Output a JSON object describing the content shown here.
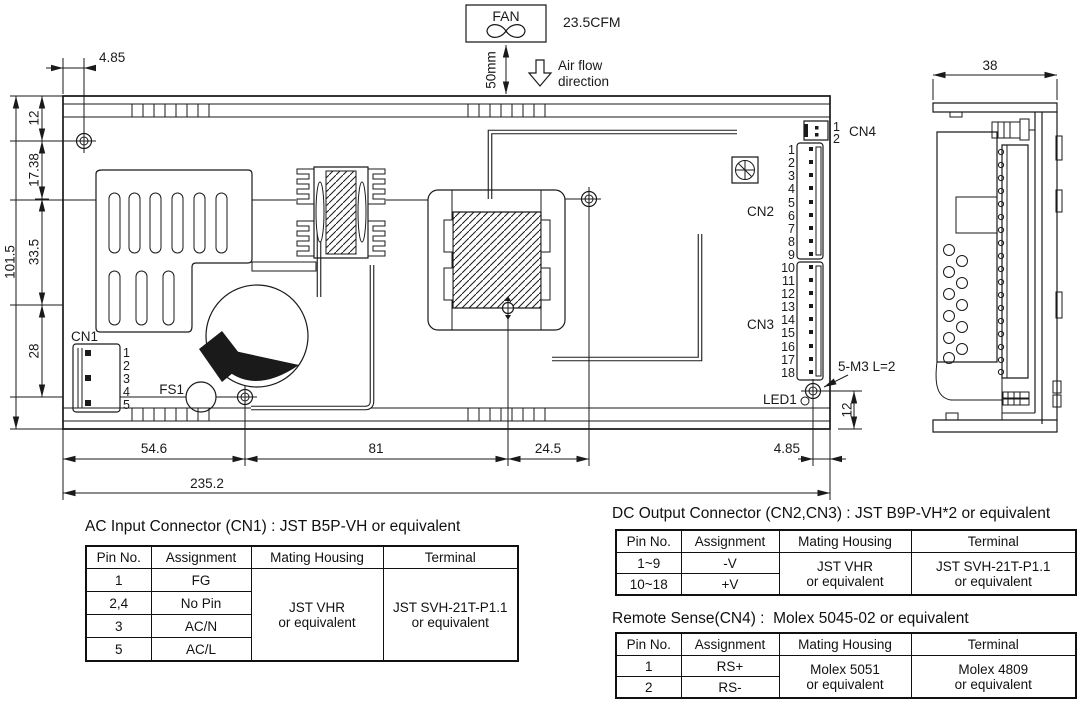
{
  "colors": {
    "line": "#1a1a1a",
    "background": "#ffffff"
  },
  "fan": {
    "label": "FAN",
    "cfm": "23.5CFM",
    "distance": "50mm",
    "airflow1": "Air flow",
    "airflow2": "direction"
  },
  "dims": {
    "overall_height": "101.5",
    "h1": "12",
    "h2": "17.38",
    "h3": "33.5",
    "h4": "28",
    "top_left": "4.85",
    "w1": "54.6",
    "w2": "81",
    "w3": "24.5",
    "w4": "4.85",
    "overall_width": "235.2",
    "right_height": "12",
    "side_depth": "38"
  },
  "board": {
    "cn1": "CN1",
    "fs1": "FS1",
    "cn2": "CN2",
    "cn3": "CN3",
    "cn4": "CN4",
    "led1": "LED1",
    "screw_note": "5-M3 L=2",
    "cn1_pins": [
      "1",
      "2",
      "3",
      "4",
      "5"
    ],
    "cn2_pins": [
      "1",
      "2",
      "3",
      "4",
      "5",
      "6",
      "7",
      "8",
      "9"
    ],
    "cn3_pins": [
      "10",
      "11",
      "12",
      "13",
      "14",
      "15",
      "16",
      "17",
      "18"
    ],
    "cn4_pins": [
      "1",
      "2"
    ]
  },
  "tables": {
    "ac": {
      "title": "AC Input Connector (CN1) : JST B5P-VH or equivalent",
      "headers": [
        "Pin No.",
        "Assignment",
        "Mating Housing",
        "Terminal"
      ],
      "rows": [
        [
          "1",
          "FG"
        ],
        [
          "2,4",
          "No Pin"
        ],
        [
          "3",
          "AC/N"
        ],
        [
          "5",
          "AC/L"
        ]
      ],
      "mating": [
        "JST VHR",
        "or equivalent"
      ],
      "terminal": [
        "JST SVH-21T-P1.1",
        "or equivalent"
      ]
    },
    "dc": {
      "title": "DC Output Connector (CN2,CN3) : JST B9P-VH*2 or equivalent",
      "headers": [
        "Pin No.",
        "Assignment",
        "Mating Housing",
        "Terminal"
      ],
      "rows": [
        [
          "1~9",
          "-V"
        ],
        [
          "10~18",
          "+V"
        ]
      ],
      "mating": [
        "JST VHR",
        "or equivalent"
      ],
      "terminal": [
        "JST SVH-21T-P1.1",
        "or equivalent"
      ]
    },
    "rs": {
      "title": "Remote Sense(CN4) :  Molex 5045-02 or equivalent",
      "headers": [
        "Pin No.",
        "Assignment",
        "Mating Housing",
        "Terminal"
      ],
      "rows": [
        [
          "1",
          "RS+"
        ],
        [
          "2",
          "RS-"
        ]
      ],
      "mating": [
        "Molex 5051",
        "or equivalent"
      ],
      "terminal": [
        "Molex 4809",
        "or equivalent"
      ]
    }
  }
}
